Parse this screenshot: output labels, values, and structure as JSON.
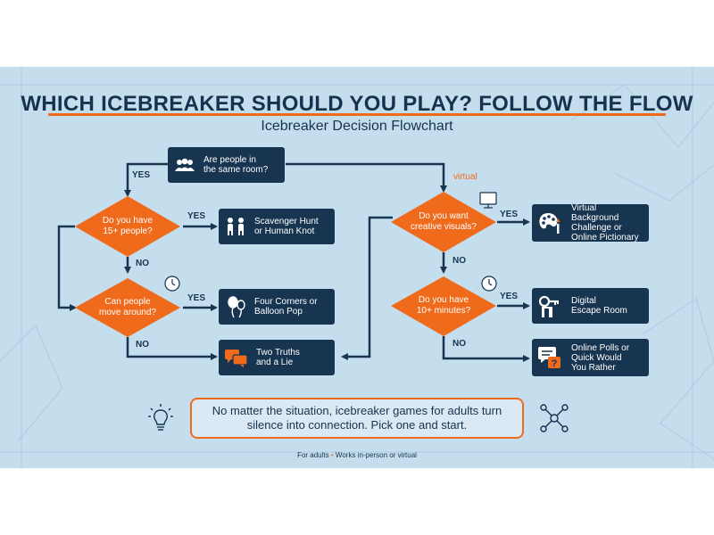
{
  "title": "WHICH ICEBREAKER SHOULD YOU PLAY? FOLLOW THE FLOW",
  "subtitle": "Icebreaker Decision Flowchart",
  "start": {
    "text_line1": "Are people in",
    "text_line2": "the same room?",
    "icon": "people-group-icon"
  },
  "decisions": {
    "people_15": {
      "line1": "Do you have",
      "line2": "15+ people?"
    },
    "move_around": {
      "line1": "Can people",
      "line2": "move around?",
      "icon": "clock-icon"
    },
    "creative_visuals": {
      "line1": "Do you want",
      "line2": "creative visuals?",
      "icon": "monitor-icon"
    },
    "ten_minutes": {
      "line1": "Do you have",
      "line2": "10+ minutes?",
      "icon": "clock-icon"
    }
  },
  "results": {
    "scavenger": {
      "line1": "Scavenger Hunt",
      "line2": "or Human Knot",
      "icon": "two-people-icon"
    },
    "four_corners": {
      "line1": "Four Corners or",
      "line2": "Balloon Pop",
      "icon": "balloon-icon"
    },
    "two_truths": {
      "line1": "Two Truths",
      "line2": "and a Lie",
      "icon": "chat-bubbles-icon"
    },
    "virtual_bg": {
      "line1": "Virtual Background",
      "line2": "Challenge or",
      "line3": "Online Pictionary",
      "icon": "palette-icon"
    },
    "escape": {
      "line1": "Digital",
      "line2": "Escape Room",
      "icon": "key-door-icon"
    },
    "polls": {
      "line1": "Online Polls or",
      "line2": "Quick Would",
      "line3": "You Rather",
      "icon": "poll-question-icon"
    }
  },
  "labels": {
    "yes": "YES",
    "no": "NO",
    "virtual": "virtual"
  },
  "banner": {
    "line1": "No matter the situation, icebreaker games for adults turn",
    "line2": "silence into connection. Pick one and start.",
    "left_icon": "lightbulb-icon",
    "right_icon": "network-icon"
  },
  "footer": {
    "part1": "For adults",
    "separator": "•",
    "part2": "Works in-person or virtual"
  },
  "colors": {
    "background": "#c5deee",
    "navy": "#173450",
    "orange": "#f06a1c",
    "banner_fill": "#dbe9f5"
  }
}
